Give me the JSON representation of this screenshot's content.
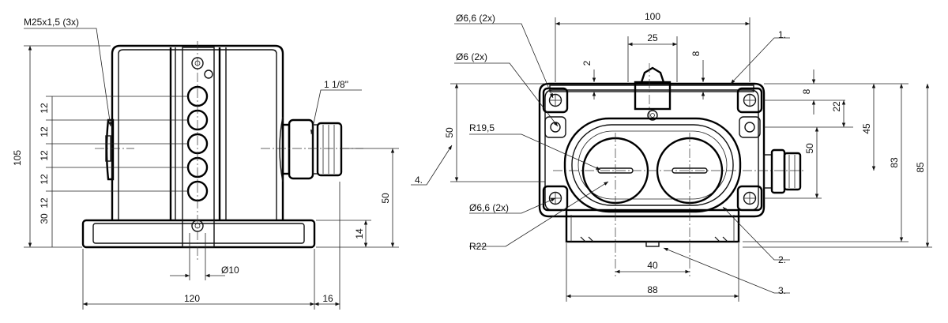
{
  "drawing": {
    "side_view": {
      "thread_label": "M25x1,5 (3x)",
      "pipe_label": "1 1/8\"",
      "height_label": "105",
      "pitch_labels": [
        "12",
        "12",
        "12",
        "12",
        "12"
      ],
      "bottom_label": "30",
      "hole_label": "Ø10",
      "width_label": "120",
      "flange_label": "16",
      "axis_height_label": "50",
      "base_height_label": "14"
    },
    "front_view": {
      "top_width_label": "100",
      "center_width_label": "25",
      "gap_label": "2",
      "cap_label": "8",
      "hole_top_label": "Ø6,6 (2x)",
      "hole_small_label": "Ø6 (2x)",
      "radius_inner_label": "R19,5",
      "hole_bottom_label": "Ø6,6 (2x)",
      "radius_outer_label": "R22",
      "left_height_label": "50",
      "right_labels": [
        "8",
        "22",
        "50",
        "45",
        "83",
        "85"
      ],
      "inner_width_label": "40",
      "base_width_label": "88",
      "callouts": [
        "1.",
        "2.",
        "3.",
        "4."
      ]
    }
  }
}
